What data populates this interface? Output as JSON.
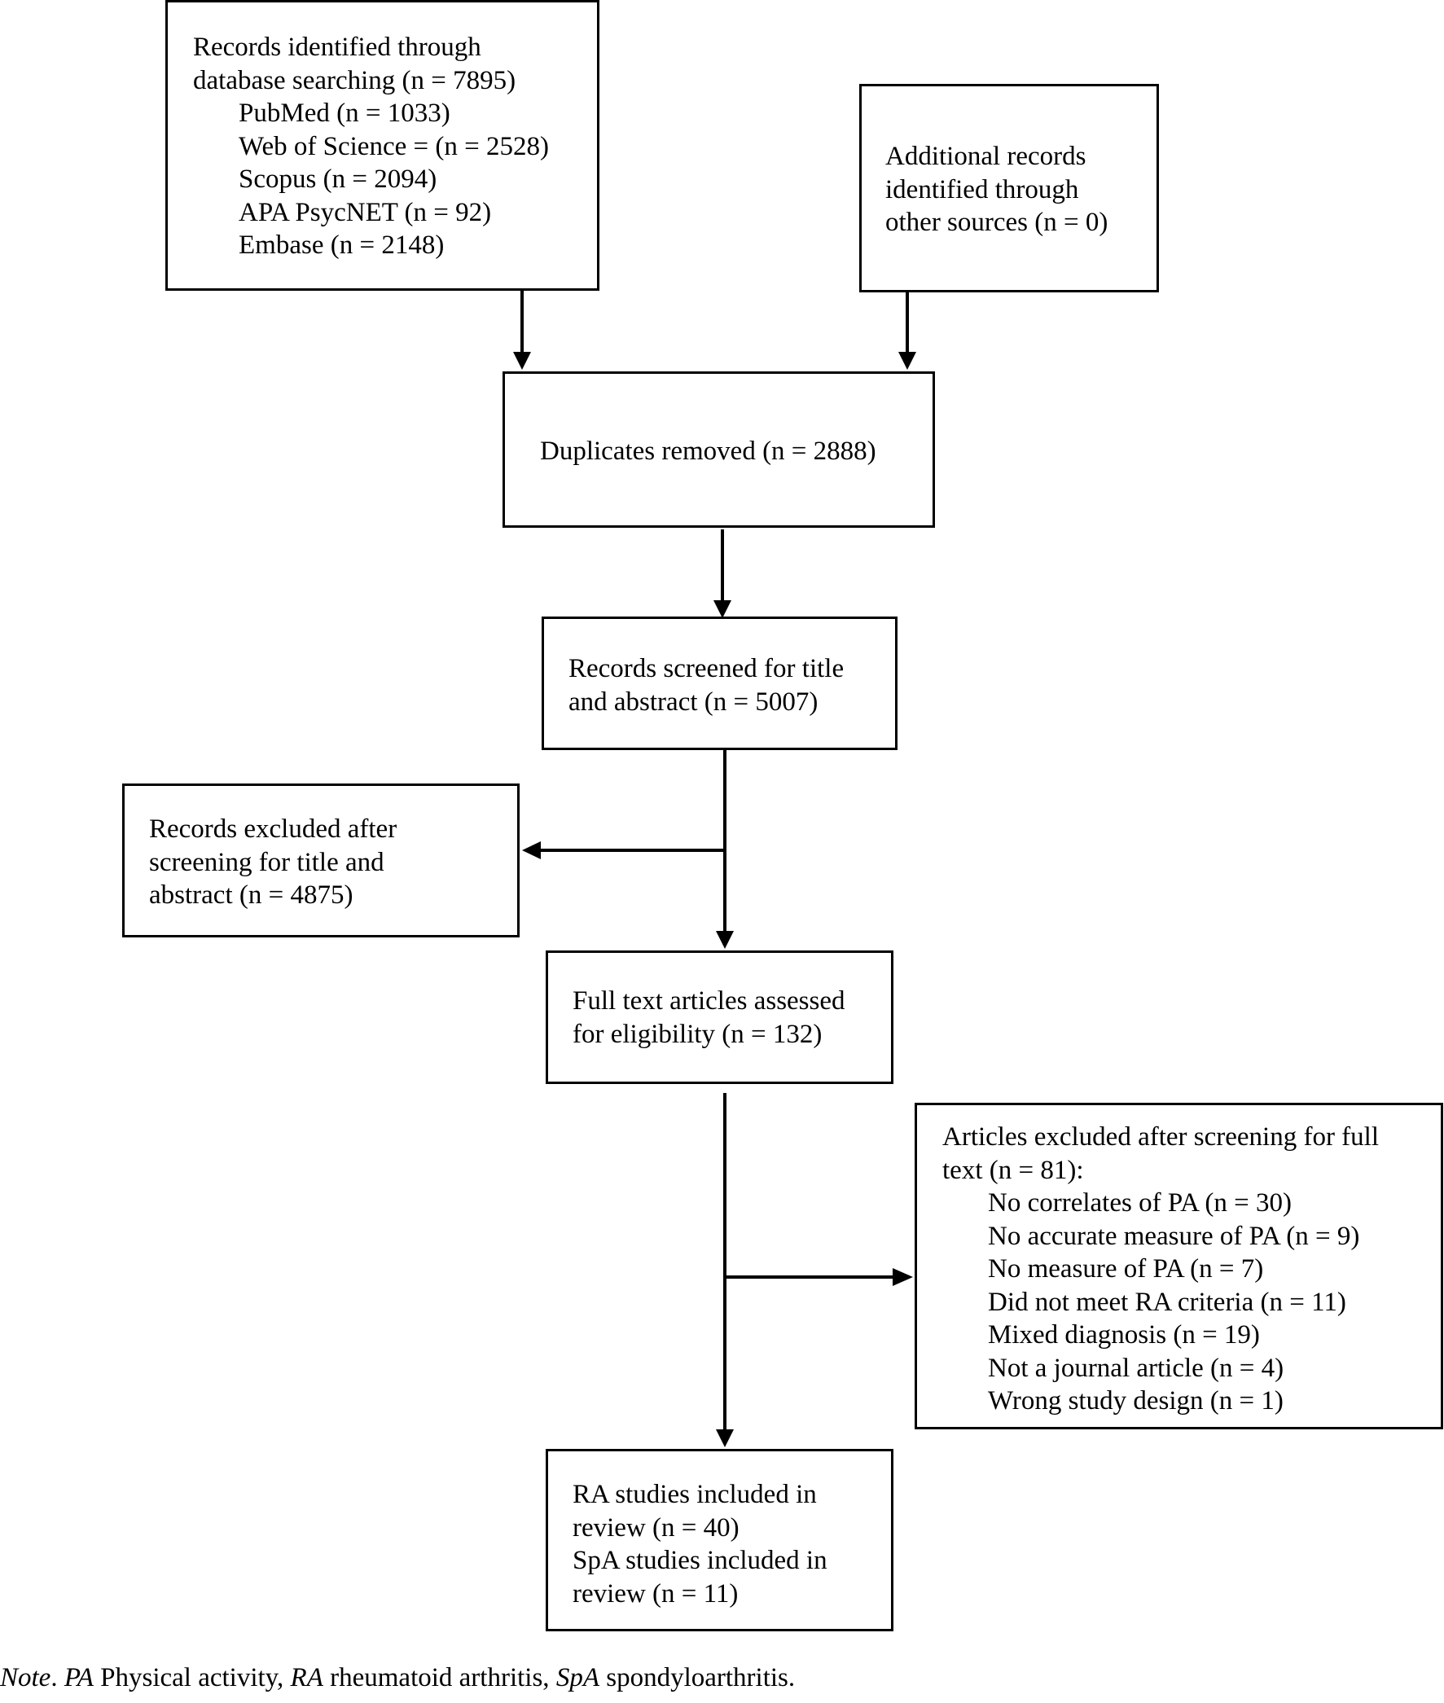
{
  "identification": {
    "title_line1": "Records identified through",
    "title_line2": "database searching (n = 7895)",
    "sources": [
      "PubMed (n = 1033)",
      "Web of Science = (n = 2528)",
      "Scopus (n = 2094)",
      "APA PsycNET (n = 92)",
      "Embase (n = 2148)"
    ]
  },
  "additional": {
    "line1": "Additional records",
    "line2": "identified through",
    "line3": "other sources (n = 0)"
  },
  "duplicates": {
    "text": "Duplicates removed (n = 2888)"
  },
  "screened": {
    "line1": "Records screened for title",
    "line2": "and abstract (n = 5007)"
  },
  "excluded_screening": {
    "line1": "Records excluded after",
    "line2": "screening for title and",
    "line3": "abstract (n = 4875)"
  },
  "full_text": {
    "line1": "Full text articles assessed",
    "line2": "for eligibility (n = 132)"
  },
  "excluded_full_text": {
    "line1": "Articles excluded after screening for full",
    "line2": "text (n = 81):",
    "reasons": [
      "No correlates of PA (n = 30)",
      "No accurate measure of PA (n = 9)",
      "No measure of PA (n = 7)",
      "Did not meet RA criteria (n = 11)",
      "Mixed diagnosis (n = 19)",
      "Not a journal article (n = 4)",
      "Wrong study design (n = 1)"
    ]
  },
  "included": {
    "line1": "RA studies included in",
    "line2": "review (n = 40)",
    "line3": "SpA studies included in",
    "line4": "review (n = 11)"
  },
  "note": {
    "label": "Note",
    "sep": ". ",
    "abbr1": "PA",
    "def1": " Physical activity, ",
    "abbr2": "RA",
    "def2": " rheumatoid arthritis, ",
    "abbr3": "SpA",
    "def3": " spondyloarthritis."
  }
}
